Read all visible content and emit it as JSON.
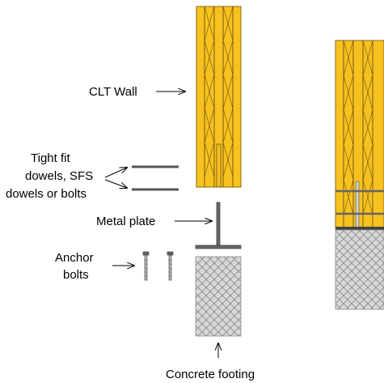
{
  "labels": {
    "clt_wall": "CLT Wall",
    "dowels_line1": "Tight fit",
    "dowels_line2": "dowels, SFS",
    "dowels_line3": "dowels or bolts",
    "metal_plate": "Metal plate",
    "anchor_line1": "Anchor",
    "anchor_line2": "bolts",
    "concrete_footing": "Concrete footing"
  },
  "colors": {
    "wood_fill": "#f7c21f",
    "wood_stroke": "#8a6a10",
    "wood_grain": "#6b4f12",
    "metal": "#555555",
    "concrete_fill": "#d8d8d8",
    "concrete_hatch": "#8c8c8c",
    "arrow": "#000000"
  }
}
